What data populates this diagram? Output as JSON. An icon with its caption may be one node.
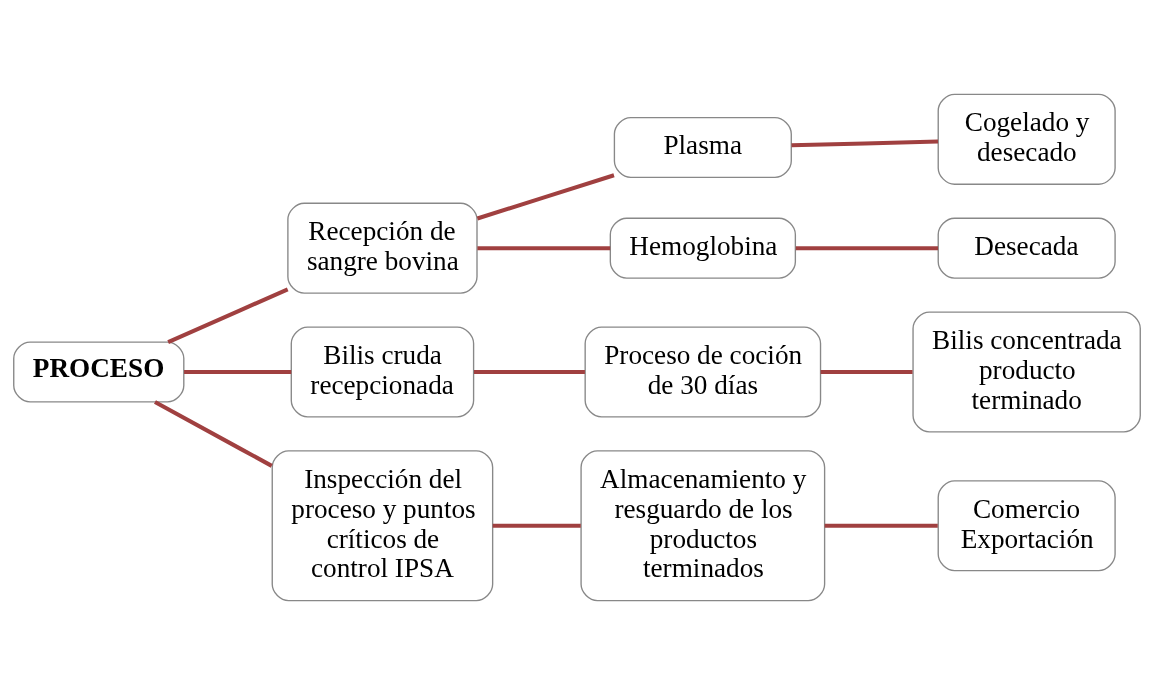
{
  "diagram": {
    "nodes": [
      {
        "text": [
          "PROCESO"
        ]
      },
      {
        "text": [
          "Recepción de sangre bovina"
        ]
      },
      {
        "text": [
          "Plasma"
        ]
      },
      {
        "text": [
          "Cogelado y desecado"
        ]
      },
      {
        "text": [
          "Hemoglobina"
        ]
      },
      {
        "text": [
          "Desecada"
        ]
      },
      {
        "text": [
          "Bilis cruda recepcionada"
        ]
      },
      {
        "text": [
          "Proceso de coción de 30 días"
        ]
      },
      {
        "text": [
          "Bilis concentrada producto terminado"
        ]
      },
      {
        "text": [
          "Inspección del proceso y puntos críticos de control IPSA"
        ]
      },
      {
        "text": [
          "Almacenamiento y resguardo de los productos terminados"
        ]
      },
      {
        "text": [
          "Comercio Exportación"
        ]
      }
    ],
    "edges": [
      {
        "from": 0,
        "to": 1,
        "arrow": "none"
      },
      {
        "from": 0,
        "to": 6,
        "arrow": "none"
      },
      {
        "from": 0,
        "to": 9,
        "arrow": "none"
      },
      {
        "from": 1,
        "to": 2,
        "arrow": "none"
      },
      {
        "from": 1,
        "to": 4,
        "arrow": "none"
      },
      {
        "from": 2,
        "to": 3,
        "arrow": "none"
      },
      {
        "from": 4,
        "to": 5,
        "arrow": "none"
      },
      {
        "from": 6,
        "to": 7,
        "arrow": "none"
      },
      {
        "from": 7,
        "to": 8,
        "arrow": "none"
      },
      {
        "from": 9,
        "to": 10,
        "arrow": "none"
      },
      {
        "from": 10,
        "to": 11,
        "arrow": "none"
      }
    ]
  }
}
